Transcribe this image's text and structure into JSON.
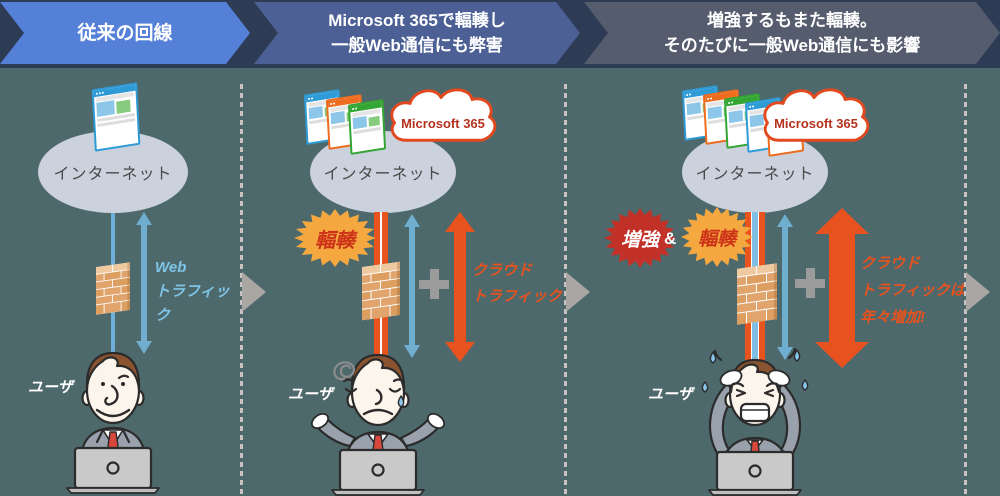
{
  "colors": {
    "background": "#4E696B",
    "header_band": "#2E3B55",
    "banner_blue": "#5580D8",
    "banner_slate": "#4C6095",
    "banner_dark": "#555C6E",
    "internet_ellipse": "#CBD2DE",
    "web_traffic_blue": "#6FAECE",
    "cloud_traffic_orange": "#E8521E",
    "burst_orange": "#F5A83F",
    "burst_red": "#C23127",
    "burst_text_red": "#CC3318",
    "ms365_cloud_outline": "#E2491F",
    "ms365_text": "#B5321E",
    "web_label_blue": "#7EC5E8",
    "plus_gray": "#9B9B9B",
    "brick_orange": "#E0A46C"
  },
  "headers": [
    {
      "lines": [
        "従来の回線"
      ]
    },
    {
      "lines": [
        "Microsoft 365で輻輳し",
        "一般Web通信にも弊害"
      ]
    },
    {
      "lines": [
        "増強するもまた輻輳。",
        "そのたびに一般Web通信にも影響"
      ]
    }
  ],
  "panels": [
    {
      "internet_label": "インターネット",
      "traffic_label_lines": [
        "Web",
        "トラフィック"
      ],
      "user_label": "ユーザ"
    },
    {
      "cloud_label": "Microsoft 365",
      "internet_label": "インターネット",
      "burst_label": "輻輳",
      "traffic_label_lines": [
        "クラウド",
        "トラフィック"
      ],
      "user_label": "ユーザ"
    },
    {
      "cloud_label": "Microsoft 365",
      "internet_label": "インターネット",
      "burst_left_label": "増強",
      "burst_join": "&",
      "burst_right_label": "輻輳",
      "traffic_label_lines": [
        "クラウド",
        "トラフィックは",
        "年々増加!"
      ],
      "user_label": "ユーザ"
    }
  ]
}
